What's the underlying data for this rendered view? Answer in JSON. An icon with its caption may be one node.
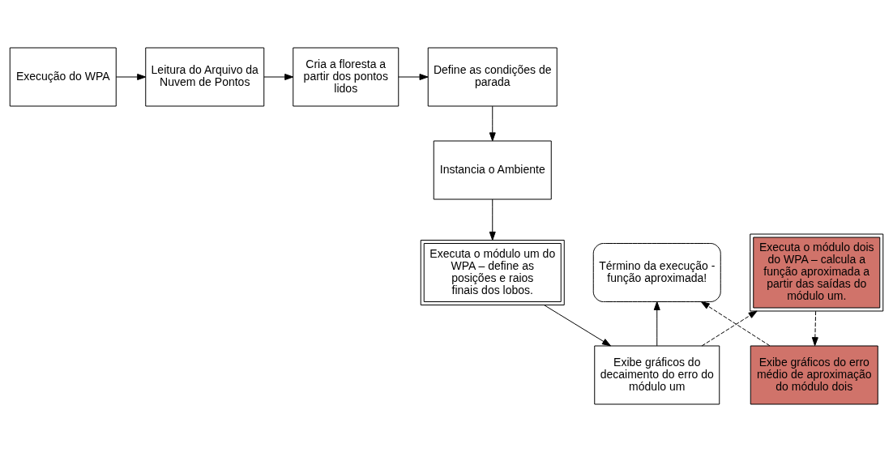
{
  "diagram": {
    "nodes": [
      {
        "text": [
          "Execução do WPA"
        ]
      },
      {
        "text": [
          "Leitura do Arquivo da Nuvem de Pontos"
        ]
      },
      {
        "text": [
          "Cria a floresta a partir dos pontos lidos"
        ]
      },
      {
        "text": [
          "Define as condições de parada"
        ]
      },
      {
        "text": [
          "Instancia o Ambiente"
        ]
      },
      {
        "text": [
          "Executa o módulo um do WPA – define as posições e raios finais dos lobos."
        ]
      },
      {
        "text": [
          "Exibe gráficos do decaimento do erro do módulo um"
        ]
      },
      {
        "text": [
          "Executa o módulo dois do WPA – calcula a função aproximada a partir das saídas do módulo um."
        ]
      },
      {
        "text": [
          "Exibe gráficos do erro médio de aproximação do módulo dois"
        ]
      },
      {
        "text": [
          "Término da execução - função aproximada!"
        ]
      }
    ],
    "edges": [
      {
        "from": 0,
        "to": 1,
        "arrow": "to"
      },
      {
        "from": 1,
        "to": 2,
        "arrow": "to"
      },
      {
        "from": 2,
        "to": 3,
        "arrow": "to"
      },
      {
        "from": 3,
        "to": 4,
        "arrow": "to"
      },
      {
        "from": 4,
        "to": 5,
        "arrow": "to"
      },
      {
        "from": 5,
        "to": 6,
        "arrow": "to"
      },
      {
        "from": 6,
        "to": 7,
        "arrow": "to",
        "style": "dashed"
      },
      {
        "from": 7,
        "to": 8,
        "arrow": "to",
        "style": "dashed"
      },
      {
        "from": 8,
        "to": 9,
        "arrow": "to",
        "style": "dashed"
      },
      {
        "from": 6,
        "to": 9,
        "arrow": "to"
      }
    ]
  }
}
